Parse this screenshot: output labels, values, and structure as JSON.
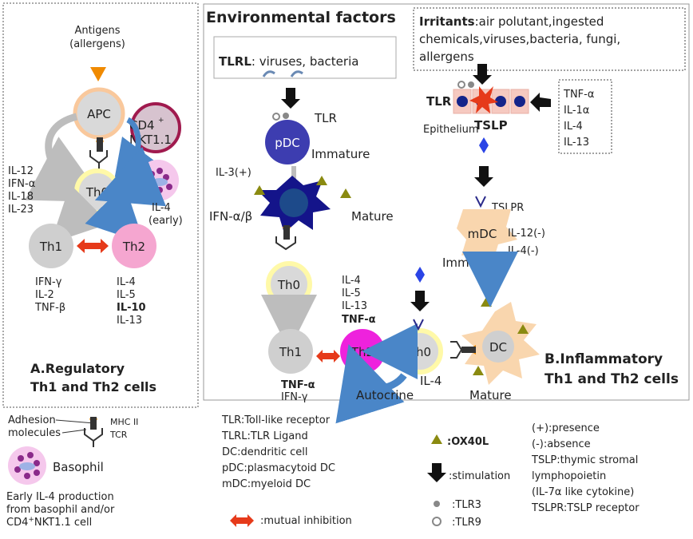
{
  "panelA": {
    "antigens_line1": "Antigens",
    "antigens_line2": "(allergens)",
    "apc": "APC",
    "cd4_line1": "CD4",
    "cd4_sup": "+",
    "cd4_line2": "NKT1.1",
    "th0": "Th0",
    "th1": "Th1",
    "th2": "Th2",
    "left_cytokines": [
      "IL-12",
      "IFN-α",
      "IL-18",
      "IL-23"
    ],
    "il4_line1": "IL-4",
    "il4_line2": "(early)",
    "th1_cytokines": [
      "IFN-γ",
      "IL-2",
      "TNF-β"
    ],
    "th2_cytokines": [
      "IL-4",
      "IL-5",
      "IL-10",
      "IL-13"
    ],
    "title_line1": "A.Regulatory",
    "title_line2": "Th1 and Th2 cells"
  },
  "env": {
    "title": "Environmental factors",
    "tlrl_bold": "TLRL",
    "tlrl_rest": ": viruses, bacteria",
    "irritants_bold": "Irritants",
    "irritants_line1": ":air polutant,ingested",
    "irritants_line2": "chemicals,viruses,bacteria, fungi,",
    "irritants_line3": "allergens"
  },
  "panelB": {
    "tlr": "TLR",
    "pdc": "pDC",
    "immature": "Immature",
    "il3": "IL-3(+)",
    "mature": "Mature",
    "ifn_ab": "IFN-α/β",
    "th0_left": "Th0",
    "th1": "Th1",
    "th2": "Th2",
    "th0_right": "Th0",
    "th2_cytokines": [
      "IL-4",
      "IL-5",
      "IL-13",
      "TNF-α"
    ],
    "th1_cyt_bold": "TNF-α",
    "th1_cyt": "IFN-γ",
    "il4": "IL-4",
    "autocrine": "Autocrine",
    "dc": "DC",
    "mature_dc": "Mature",
    "tlr_epi": "TLR",
    "epithelium": "Epithelium",
    "tslp": "TSLP",
    "cytokines_box": [
      "TNF-α",
      "IL-1α",
      "IL-4",
      "IL-13"
    ],
    "tslpr": "TSLPR",
    "mdc": "mDC",
    "mdc_cyt": [
      "IL-12(-)",
      "IL-4(-)"
    ],
    "immature_mdc": "Immature",
    "title_line1": "B.Inflammatory",
    "title_line2": "Th1 and Th2 cells"
  },
  "legend": {
    "adhesion_line1": "Adhesion",
    "adhesion_line2": "molecules",
    "mhc": "MHC II",
    "tcr": "TCR",
    "basophil": "Basophil",
    "early_line1": "Early IL-4 production",
    "early_line2": "from basophil and/or",
    "early_line3_a": "CD4",
    "early_line3_sup": "+",
    "early_line3_b": "NKT1.1 cell",
    "abbreviations": [
      "TLR:Toll-like receptor",
      "TLRL:TLR Ligand",
      "DC:dendritic cell",
      "pDC:plasmacytoid DC",
      "mDC:myeloid DC"
    ],
    "mutual": ":mutual inhibition",
    "ox40l": ":OX40L",
    "stimulation": ":stimulation",
    "tlr3": ":TLR3",
    "tlr9": ":TLR9",
    "definitions": [
      "(+):presence",
      "(-):absence",
      "TSLP:thymic stromal",
      "lymphopoietin",
      "(IL-7α like cytokine)",
      "TSLPR:TSLP receptor"
    ]
  },
  "colors": {
    "orange": "#f08a00",
    "olive": "#8a8a10",
    "red": "#e63a1a",
    "blue": "#4a86c8",
    "th2_pink": "#f5a6d0",
    "th2_magenta": "#ee22dd",
    "pdc_blue": "#3d3db0",
    "dc_orange": "#f9d6ae",
    "grey_cell": "#cfcfcf",
    "epithelium": "#f6c9c0",
    "nucleus": "#14248a",
    "cd4_maroon": "#a01a4e"
  }
}
